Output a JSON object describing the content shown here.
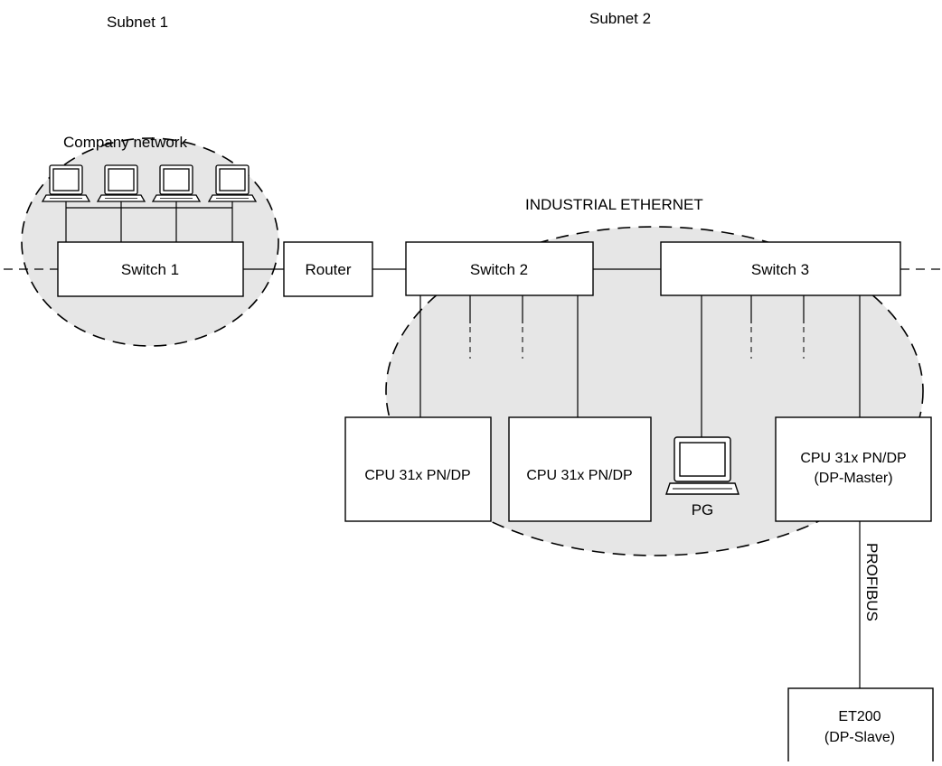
{
  "subnets": {
    "subnet1_label": "Subnet 1",
    "subnet2_label": "Subnet 2"
  },
  "zones": {
    "company_network_label": "Company network",
    "industrial_ethernet_label": "INDUSTRIAL ETHERNET"
  },
  "devices": {
    "switch1": "Switch 1",
    "router": "Router",
    "switch2": "Switch 2",
    "switch3": "Switch 3",
    "cpu_a": "CPU 31x PN/DP",
    "cpu_b": "CPU 31x PN/DP",
    "pg": "PG",
    "cpu_master_line1": "CPU 31x PN/DP",
    "cpu_master_line2": "(DP-Master)",
    "et200_line1": "ET200",
    "et200_line2": "(DP-Slave)"
  },
  "bus": {
    "profibus_label": "PROFIBUS"
  },
  "icons": [
    "pc-icon",
    "pg-computer-icon"
  ],
  "colors": {
    "zone_fill": "#e6e6e6",
    "stroke": "#000000",
    "background": "#ffffff"
  }
}
